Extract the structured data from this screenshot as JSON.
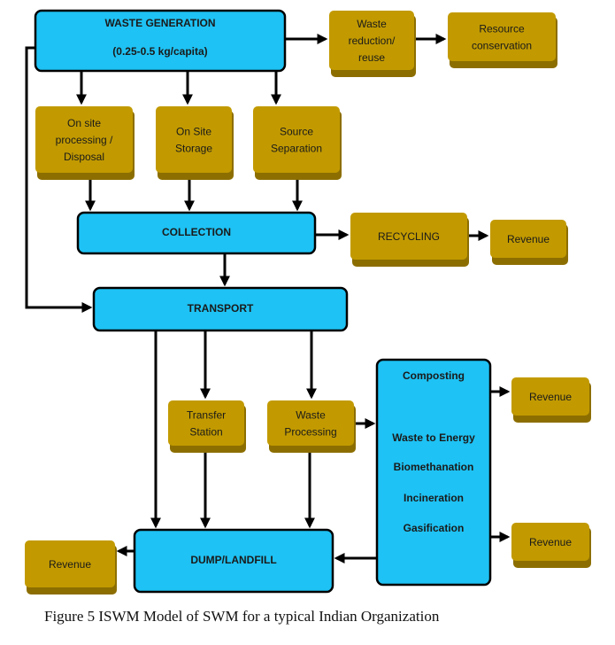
{
  "caption": "Figure 5 ISWM Model of SWM for a typical Indian Organization",
  "colors": {
    "blue_fill": "#1ec2f4",
    "gold_fill": "#c29a00",
    "gold_dark": "#8c6e00",
    "stroke": "#000000"
  },
  "nodes": [
    {
      "id": "waste_generation",
      "style": "blue",
      "bold": true,
      "lines": [
        "WASTE GENERATION",
        "(0.25-0.5 kg/capita)"
      ]
    },
    {
      "id": "waste_reduction",
      "style": "gold",
      "lines": [
        "Waste",
        "reduction/",
        "reuse"
      ]
    },
    {
      "id": "resource_conservation",
      "style": "gold",
      "lines": [
        "Resource",
        "conservation"
      ]
    },
    {
      "id": "onsite_processing",
      "style": "gold",
      "lines": [
        "On site",
        "processing /",
        "Disposal"
      ]
    },
    {
      "id": "onsite_storage",
      "style": "gold",
      "lines": [
        "On Site",
        "Storage"
      ]
    },
    {
      "id": "source_separation",
      "style": "gold",
      "lines": [
        "Source",
        "Separation"
      ]
    },
    {
      "id": "collection",
      "style": "blue",
      "bold": true,
      "lines": [
        "COLLECTION"
      ]
    },
    {
      "id": "recycling",
      "style": "gold",
      "lines": [
        "RECYCLING"
      ]
    },
    {
      "id": "revenue_recycling",
      "style": "gold",
      "lines": [
        "Revenue"
      ]
    },
    {
      "id": "transport",
      "style": "blue",
      "bold": true,
      "lines": [
        "TRANSPORT"
      ]
    },
    {
      "id": "transfer_station",
      "style": "gold",
      "lines": [
        "Transfer",
        "Station"
      ]
    },
    {
      "id": "waste_processing",
      "style": "gold",
      "lines": [
        "Waste",
        "Processing"
      ]
    },
    {
      "id": "composting",
      "style": "blue",
      "bold": true,
      "lines": [
        "Composting",
        "Waste to Energy",
        "Biomethanation",
        "Incineration",
        "Gasification"
      ]
    },
    {
      "id": "revenue_composting_top",
      "style": "gold",
      "lines": [
        "Revenue"
      ]
    },
    {
      "id": "revenue_composting_bottom",
      "style": "gold",
      "lines": [
        "Revenue"
      ]
    },
    {
      "id": "dump_landfill",
      "style": "blue",
      "bold": true,
      "lines": [
        "DUMP/LANDFILL"
      ]
    },
    {
      "id": "revenue_landfill",
      "style": "gold",
      "lines": [
        "Revenue"
      ]
    }
  ],
  "edges": [
    {
      "from": "waste_generation",
      "to": "waste_reduction"
    },
    {
      "from": "waste_reduction",
      "to": "resource_conservation"
    },
    {
      "from": "waste_generation",
      "to": "onsite_processing"
    },
    {
      "from": "waste_generation",
      "to": "onsite_storage"
    },
    {
      "from": "waste_generation",
      "to": "source_separation"
    },
    {
      "from": "waste_generation",
      "to": "transport"
    },
    {
      "from": "onsite_processing",
      "to": "collection"
    },
    {
      "from": "onsite_storage",
      "to": "collection"
    },
    {
      "from": "source_separation",
      "to": "collection"
    },
    {
      "from": "collection",
      "to": "recycling"
    },
    {
      "from": "recycling",
      "to": "revenue_recycling"
    },
    {
      "from": "collection",
      "to": "transport"
    },
    {
      "from": "transport",
      "to": "transfer_station"
    },
    {
      "from": "transport",
      "to": "waste_processing"
    },
    {
      "from": "transport",
      "to": "dump_landfill"
    },
    {
      "from": "transfer_station",
      "to": "dump_landfill"
    },
    {
      "from": "waste_processing",
      "to": "dump_landfill"
    },
    {
      "from": "waste_processing",
      "to": "composting"
    },
    {
      "from": "composting",
      "to": "revenue_composting_top"
    },
    {
      "from": "composting",
      "to": "revenue_composting_bottom"
    },
    {
      "from": "composting",
      "to": "dump_landfill"
    },
    {
      "from": "dump_landfill",
      "to": "revenue_landfill"
    }
  ]
}
